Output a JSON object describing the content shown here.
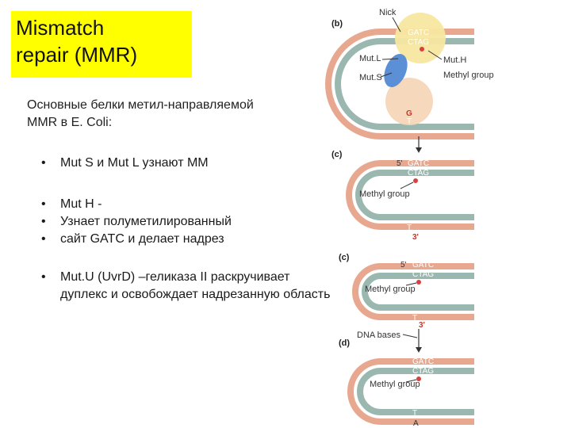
{
  "title": {
    "line1": "Mismatch",
    "line2": "repair (MMR)"
  },
  "subtitle": {
    "line1": "Основные белки метил-направляемой",
    "line2": "MMR в E. Coli:"
  },
  "bullets": {
    "b1": "Mut S и Mut L узнают ММ",
    "b2": "Mut H -",
    "b3": "Узнает  полуметилированный",
    "b4": "сайт GATC и делает надрез",
    "b5": "Mut.U (UvrD) –геликаза II раскручивает дуплекс и освобождает надрезанную область"
  },
  "diagram": {
    "panel_b": "(b)",
    "panel_c1": "(c)",
    "panel_c2": "(c)",
    "panel_d": "(d)",
    "nick": "Nick",
    "gatc": "GATC",
    "ctag": "CTAG",
    "mut_l": "Mut.L",
    "mut_s": "Mut.S",
    "mut_h": "Mut.H",
    "methyl_group": "Methyl group",
    "t": "T",
    "g": "G",
    "a": "A",
    "five_prime": "5'",
    "three_prime": "3'",
    "dna_bases": "DNA bases"
  },
  "colors": {
    "title_bg": "#ffff00",
    "strand_salmon": "#e8a890",
    "strand_teal": "#9ab8b0",
    "mutl_yellow": "#f7e7a1",
    "muts_blue": "#5b8fd6",
    "muth_peach": "#f6d6b8",
    "methyl_red": "#d94040"
  }
}
